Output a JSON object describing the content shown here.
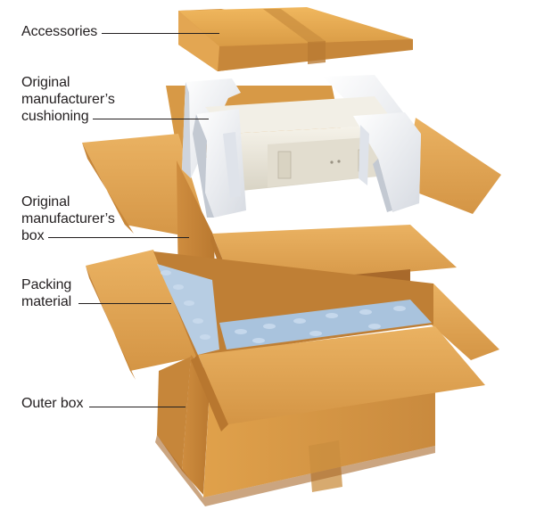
{
  "labels": {
    "accessories": {
      "lines": [
        "Accessories"
      ]
    },
    "cushioning": {
      "lines": [
        "Original",
        "manufacturer’s",
        "cushioning"
      ]
    },
    "mfr_box": {
      "lines": [
        "Original",
        "manufacturer’s",
        "box"
      ]
    },
    "packing": {
      "lines": [
        "Packing",
        "material"
      ]
    },
    "outer_box": {
      "lines": [
        "Outer box"
      ]
    }
  },
  "colors": {
    "cardboard_light": "#e6aa55",
    "cardboard_mid": "#d89a45",
    "cardboard_dark": "#c2803a",
    "cardboard_shadow": "#a8692b",
    "tape": "#c98d3f",
    "foam": "#f1f3f6",
    "foam_shadow": "#c9ced6",
    "device": "#e9e6dc",
    "peanuts": "#a9c3dd",
    "text": "#231f20"
  }
}
